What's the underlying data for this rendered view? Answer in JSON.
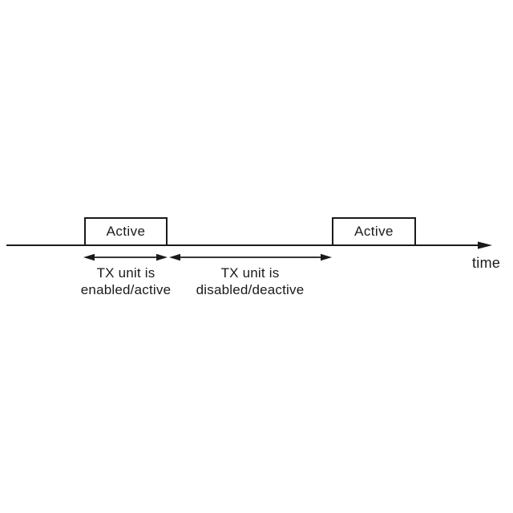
{
  "diagram": {
    "timeline": {
      "axis_label": "time"
    },
    "pulses": [
      {
        "label": "Active"
      },
      {
        "label": "Active"
      }
    ],
    "annotations": [
      {
        "line1": "TX unit is",
        "line2": "enabled/active"
      },
      {
        "line1": "TX unit is",
        "line2": "disabled/deactive"
      }
    ],
    "colors": {
      "line": "#1a1a1a",
      "text": "#1a1a1a",
      "background": "#ffffff",
      "box_fill": "#ffffff"
    }
  }
}
